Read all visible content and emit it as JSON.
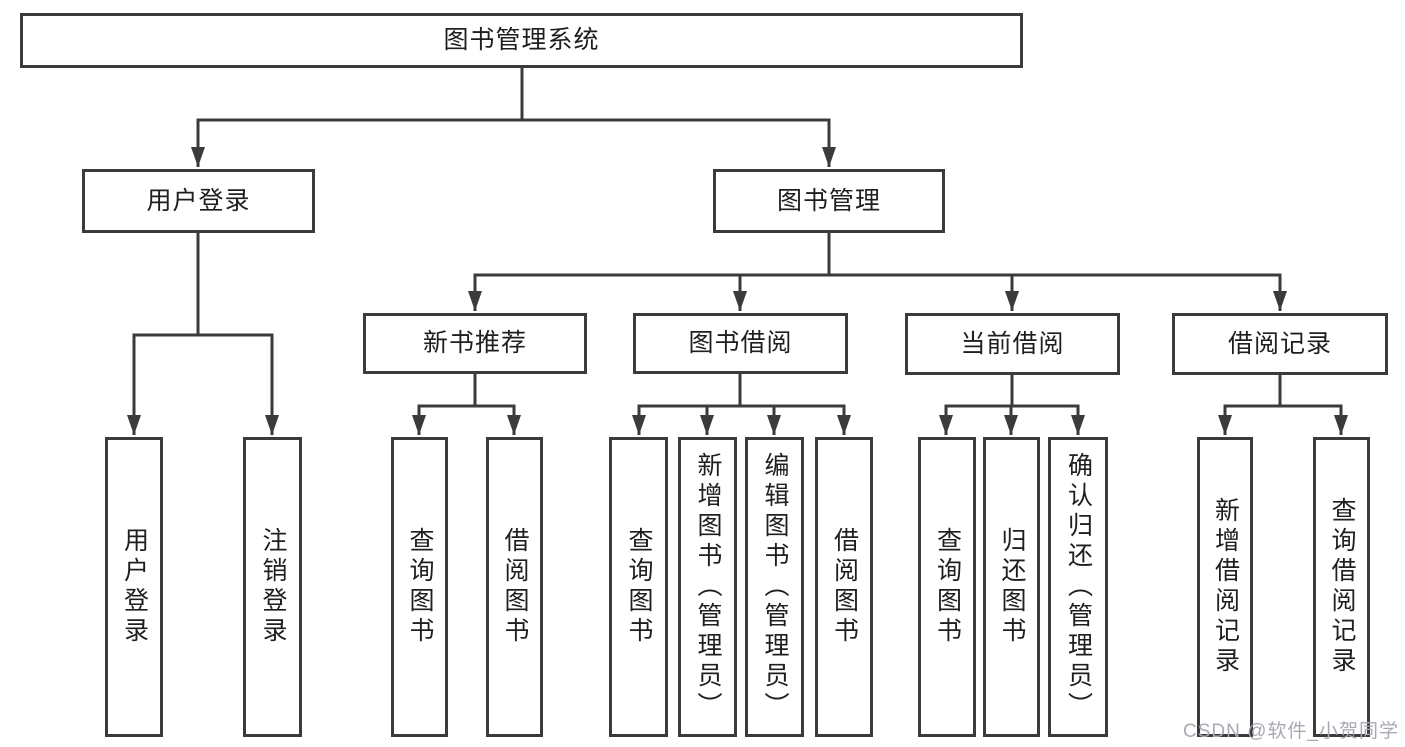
{
  "page": {
    "watermark": "CSDN @软件_小贺同学"
  },
  "colors": {
    "line": "#3b3b3b",
    "text": "#1f1f1f",
    "box_bg": "#ffffff",
    "watermark": "#a9a9b6"
  },
  "tree": {
    "root": {
      "label": "图书管理系统"
    },
    "user_login": {
      "label": "用户登录",
      "leaves": [
        {
          "label": "用户登录"
        },
        {
          "label": "注销登录"
        }
      ]
    },
    "book_mgmt": {
      "label": "图书管理",
      "children": {
        "new_book": {
          "label": "新书推荐",
          "leaves": [
            {
              "label": "查询图书"
            },
            {
              "label": "借阅图书"
            }
          ]
        },
        "book_borrow": {
          "label": "图书借阅",
          "leaves": [
            {
              "label": "查询图书"
            },
            {
              "label": "新增图书（管理员）"
            },
            {
              "label": "编辑图书（管理员）"
            },
            {
              "label": "借阅图书"
            }
          ]
        },
        "current_borrow": {
          "label": "当前借阅",
          "leaves": [
            {
              "label": "查询图书"
            },
            {
              "label": "归还图书"
            },
            {
              "label": "确认归还（管理员）"
            }
          ]
        },
        "borrow_record": {
          "label": "借阅记录",
          "leaves": [
            {
              "label": "新增借阅记录"
            },
            {
              "label": "查询借阅记录"
            }
          ]
        }
      }
    }
  }
}
